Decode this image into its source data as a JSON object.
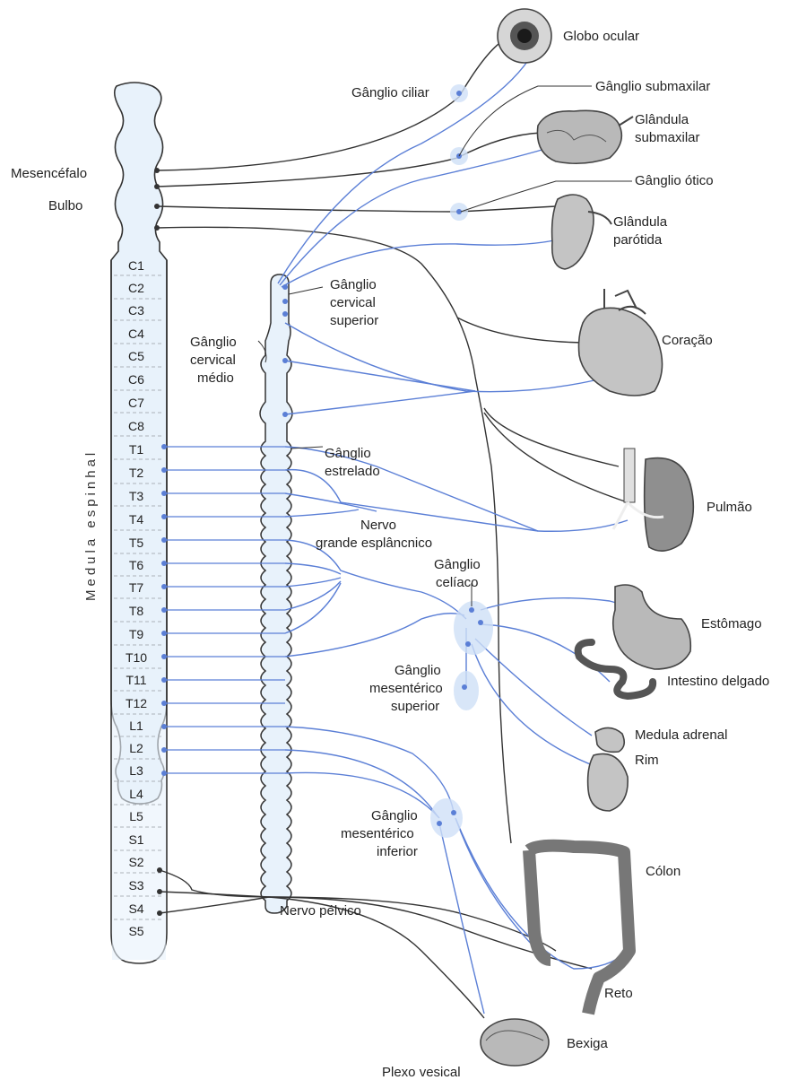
{
  "labels": {
    "globo_ocular": "Globo ocular",
    "ganglio_ciliar": "Gânglio ciliar",
    "ganglio_submaxilar": "Gânglio submaxilar",
    "glandula_submaxilar_1": "Glândula",
    "glandula_submaxilar_2": "submaxilar",
    "mesencefalo": "Mesencéfalo",
    "ganglio_otico": "Gânglio ótico",
    "bulbo": "Bulbo",
    "glandula_parotida_1": "Glândula",
    "glandula_parotida_2": "parótida",
    "ganglio_cervical_superior_1": "Gânglio",
    "ganglio_cervical_superior_2": "cervical",
    "ganglio_cervical_superior_3": "superior",
    "ganglio_cervical_medio_1": "Gânglio",
    "ganglio_cervical_medio_2": "cervical",
    "ganglio_cervical_medio_3": "médio",
    "coracao": "Coração",
    "medula_espinhal": "Medula espinhal",
    "ganglio_estrelado_1": "Gânglio",
    "ganglio_estrelado_2": "estrelado",
    "pulmao": "Pulmão",
    "nervo_esplancnico_1": "Nervo",
    "nervo_esplancnico_2": "grande esplâncnico",
    "ganglio_celiaco_1": "Gânglio",
    "ganglio_celiaco_2": "celíaco",
    "estomago": "Estômago",
    "ganglio_mes_sup_1": "Gânglio",
    "ganglio_mes_sup_2": "mesentérico",
    "ganglio_mes_sup_3": "superior",
    "intestino_delgado": "Intestino delgado",
    "medula_adrenal": "Medula adrenal",
    "rim": "Rim",
    "ganglio_mes_inf_1": "Gânglio",
    "ganglio_mes_inf_2": "mesentérico",
    "ganglio_mes_inf_3": "inferior",
    "colon": "Cólon",
    "nervo_pelvico": "Nervo pélvico",
    "reto": "Reto",
    "bexiga": "Bexiga",
    "plexo_vesical": "Plexo vesical"
  },
  "segments": [
    "C1",
    "C2",
    "C3",
    "C4",
    "C5",
    "C6",
    "C7",
    "C8",
    "T1",
    "T2",
    "T3",
    "T4",
    "T5",
    "T6",
    "T7",
    "T8",
    "T9",
    "T10",
    "T11",
    "T12",
    "L1",
    "L2",
    "L3",
    "L4",
    "L5",
    "S1",
    "S2",
    "S3",
    "S4",
    "S5"
  ],
  "colors": {
    "sympathetic": "#5b7fd6",
    "parasympathetic": "#333333",
    "spine_fill": "#e8f2fb",
    "organ_fill": "#b9b9b9"
  }
}
